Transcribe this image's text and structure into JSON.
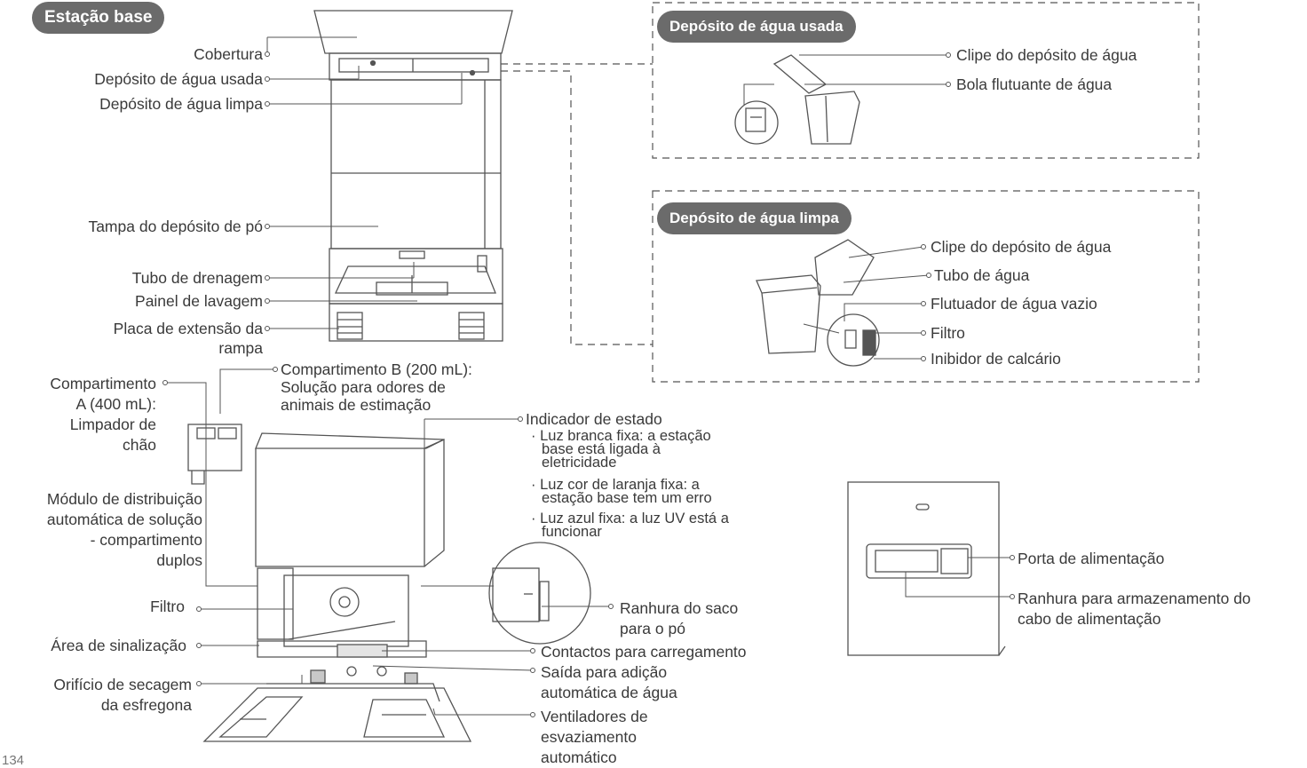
{
  "page_number": "134",
  "base_station": {
    "title": "Estação base",
    "labels": {
      "cover": "Cobertura",
      "dirty_tank": "Depósito de água usada",
      "clean_tank": "Depósito de água limpa",
      "dust_lid": "Tampa do depósito de pó",
      "drain_tube": "Tubo de drenagem",
      "wash_board": "Painel de lavagem",
      "ramp_line1": "Placa de extensão da",
      "ramp_line2": "rampa"
    }
  },
  "dirty_panel": {
    "title": "Depósito de água usada",
    "clip": "Clipe do depósito de água",
    "float_ball": "Bola flutuante de água"
  },
  "clean_panel": {
    "title": "Depósito de água limpa",
    "clip": "Clipe do depósito de água",
    "tube": "Tubo de água",
    "empty_float": "Flutuador de água vazio",
    "filter": "Filtro",
    "scale_inhibitor": "Inibidor de calcário"
  },
  "lower": {
    "comp_a": [
      "Compartimento",
      "A (400 mL):",
      "Limpador de",
      "chão"
    ],
    "comp_b": [
      "Compartimento B (200 mL):",
      "Solução para odores de",
      "animais de estimação"
    ],
    "module": [
      "Módulo de distribuição",
      "automática de solução",
      "- compartimento",
      "duplos"
    ],
    "filter": "Filtro",
    "signal_area": "Área de sinalização",
    "mop_dry": [
      "Orifício de secagem",
      "da esfregona"
    ],
    "status_title": "Indicador de estado",
    "status_items": [
      [
        "Luz branca fixa: a estação",
        "base está ligada à",
        "eletricidade"
      ],
      [
        "Luz cor de laranja fixa: a",
        "estação base tem um erro"
      ],
      [
        "Luz azul fixa: a luz UV está a",
        "funcionar"
      ]
    ],
    "dust_slot": [
      "Ranhura do saco",
      "para o pó"
    ],
    "charge_contacts": "Contactos para carregamento",
    "water_outlet": [
      "Saída para adição",
      "automática de água"
    ],
    "fans": [
      "Ventiladores de",
      "esvaziamento",
      "automático"
    ]
  },
  "back": {
    "power_port": "Porta de alimentação",
    "cable_slot": [
      "Ranhura para armazenamento do",
      "cabo de alimentação"
    ]
  }
}
